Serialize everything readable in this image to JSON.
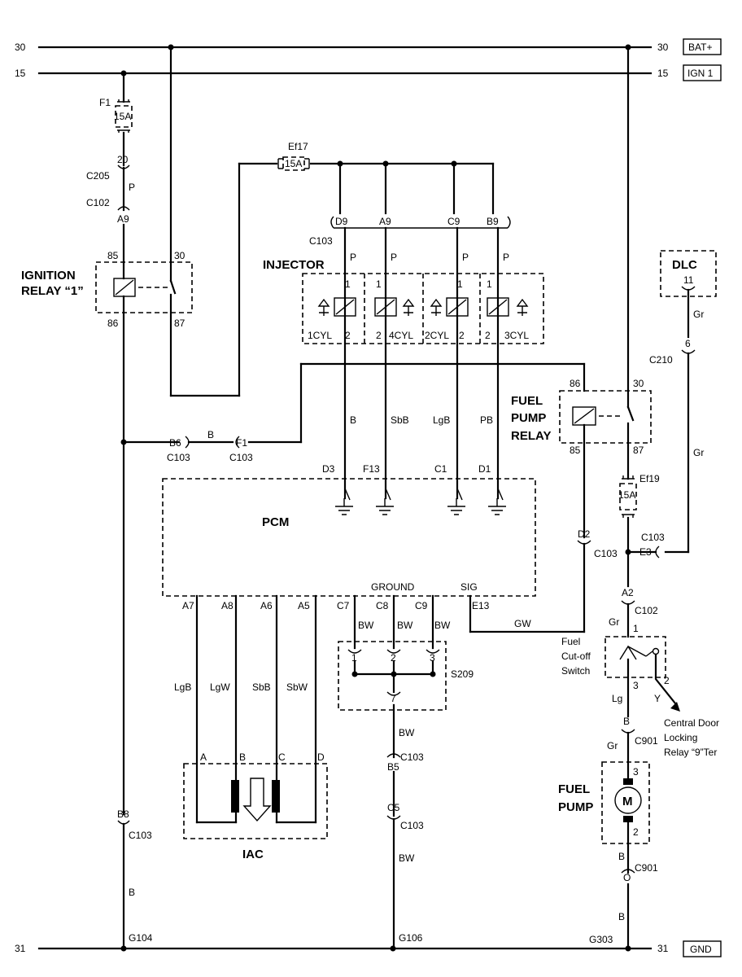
{
  "rails": {
    "top30_left": "30",
    "top30_right": "30",
    "top30_tag": "BAT+",
    "ign15_left": "15",
    "ign15_right": "15",
    "ign15_tag": "IGN 1",
    "gnd31_left": "31",
    "gnd31_right": "31",
    "gnd31_tag": "GND"
  },
  "ignition_branch": {
    "fuse_name": "F1",
    "fuse_rating": "15A",
    "c205_pin": "20",
    "c205": "C205",
    "wire_color": "P",
    "c102": "C102",
    "c102_pin": "A9",
    "relay_title_1": "IGNITION",
    "relay_title_2": "RELAY “1”",
    "pin85": "85",
    "pin30": "30",
    "pin86": "86",
    "pin87": "87",
    "b6": "B6",
    "c103_b6": "C103",
    "wire_b": "B",
    "f1": "F1",
    "c103_f1": "C103",
    "b8": "B8",
    "c103_b8": "C103",
    "wire_b_ground": "B",
    "g104": "G104"
  },
  "injectors": {
    "fuse_name": "Ef17",
    "fuse_rating": "15A",
    "connector": "C103",
    "title": "INJECTOR",
    "pins_top": [
      "D9",
      "A9",
      "C9",
      "B9"
    ],
    "wire_p": [
      "P",
      "P",
      "P",
      "P"
    ],
    "cells": [
      {
        "pin1": "1",
        "pin2": "2",
        "label": "1CYL"
      },
      {
        "pin1": "1",
        "pin2": "2",
        "label": "4CYL"
      },
      {
        "pin1": "1",
        "pin2": "2",
        "label": "2CYL"
      },
      {
        "pin1": "1",
        "pin2": "2",
        "label": "3CYL"
      }
    ],
    "wire_colors": [
      "B",
      "SbB",
      "LgB",
      "PB"
    ],
    "pcm_pins": [
      "D3",
      "F13",
      "C1",
      "D1"
    ]
  },
  "pcm": {
    "title": "PCM",
    "ground_label": "GROUND",
    "sig_label": "SIG",
    "iac_pins": [
      "A7",
      "A8",
      "A6",
      "A5"
    ],
    "ground_pins": [
      "C7",
      "C8",
      "C9"
    ],
    "sig_pin": "E13"
  },
  "iac": {
    "wire_colors": [
      "LgB",
      "LgW",
      "SbB",
      "SbW"
    ],
    "pins": [
      "A",
      "B",
      "C",
      "D"
    ],
    "title": "IAC"
  },
  "splice": {
    "wire_colors": [
      "BW",
      "BW",
      "BW"
    ],
    "pins": [
      "1",
      "2",
      "3"
    ],
    "name": "S209",
    "out_pin": "7",
    "wire_out": "BW",
    "b5": "B5",
    "c103_b5": "C103",
    "c5": "C5",
    "c103_c5": "C103",
    "wire_ground": "BW",
    "g106": "G106"
  },
  "dlc": {
    "title": "DLC",
    "pin": "11",
    "wire_gr": "Gr",
    "c210_pin": "6",
    "c210": "C210",
    "wire_gr2": "Gr"
  },
  "fuel_pump_relay": {
    "title_1": "FUEL",
    "title_2": "PUMP",
    "title_3": "RELAY",
    "pin86": "86",
    "pin30": "30",
    "pin85": "85",
    "pin87": "87",
    "fuse_name": "Ef19",
    "fuse_rating": "15A",
    "d2": "D2",
    "c103_d2": "C103",
    "c103_e3": "C103",
    "e3": "E3",
    "wire_gw": "GW"
  },
  "fuel_cutoff": {
    "a2": "A2",
    "c102": "C102",
    "wire_gr": "Gr",
    "pin1": "1",
    "pin2": "2",
    "pin3": "3",
    "title_1": "Fuel",
    "title_2": "Cut-off",
    "title_3": "Switch",
    "wire_y": "Y",
    "wire_lg": "Lg",
    "door_1": "Central Door",
    "door_2": "Locking",
    "door_3": "Relay “9”Ter"
  },
  "fuel_pump": {
    "b": "B",
    "c901_top": "C901",
    "wire_gr": "Gr",
    "title_1": "FUEL",
    "title_2": "PUMP",
    "pin3": "3",
    "pin2": "2",
    "motor": "M",
    "wire_b": "B",
    "o": "O",
    "c901_bot": "C901",
    "wire_b_ground": "B",
    "g303": "G303"
  }
}
